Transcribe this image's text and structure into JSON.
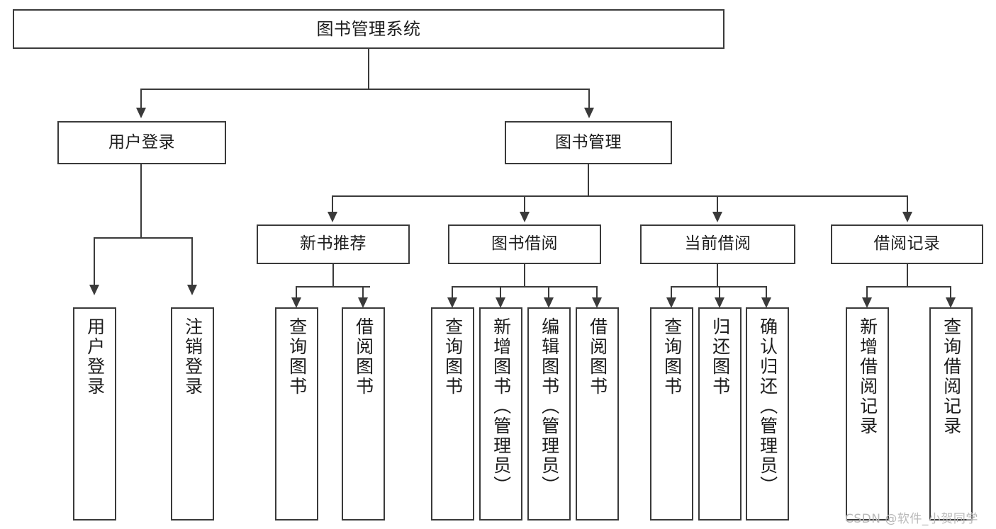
{
  "diagram": {
    "type": "tree-hierarchy",
    "title": "图书管理系统",
    "watermark": "CSDN @软件_小贺同学",
    "accent_color": "#3a3a3a",
    "background_color": "#ffffff",
    "nodes": {
      "root": {
        "label": "图书管理系统",
        "level": 1
      },
      "level2": [
        {
          "id": "user-login",
          "label": "用户登录"
        },
        {
          "id": "book-manage",
          "label": "图书管理"
        }
      ],
      "level3": [
        {
          "id": "new-book-recommend",
          "label": "新书推荐",
          "parent": "book-manage"
        },
        {
          "id": "book-borrow",
          "label": "图书借阅",
          "parent": "book-manage"
        },
        {
          "id": "current-borrow",
          "label": "当前借阅",
          "parent": "book-manage"
        },
        {
          "id": "borrow-record",
          "label": "借阅记录",
          "parent": "book-manage"
        }
      ],
      "leaves": [
        {
          "id": "leaf-user-login",
          "label": "用户登录",
          "parent": "user-login"
        },
        {
          "id": "leaf-logout",
          "label": "注销登录",
          "parent": "user-login"
        },
        {
          "id": "leaf-query-book-1",
          "label": "查询图书",
          "parent": "new-book-recommend"
        },
        {
          "id": "leaf-borrow-book-1",
          "label": "借阅图书",
          "parent": "new-book-recommend"
        },
        {
          "id": "leaf-query-book-2",
          "label": "查询图书",
          "parent": "book-borrow"
        },
        {
          "id": "leaf-add-book",
          "label": "新增图书（管理员）",
          "parent": "book-borrow"
        },
        {
          "id": "leaf-edit-book",
          "label": "编辑图书（管理员）",
          "parent": "book-borrow"
        },
        {
          "id": "leaf-borrow-book-2",
          "label": "借阅图书",
          "parent": "book-borrow"
        },
        {
          "id": "leaf-query-book-3",
          "label": "查询图书",
          "parent": "current-borrow"
        },
        {
          "id": "leaf-return-book",
          "label": "归还图书",
          "parent": "current-borrow"
        },
        {
          "id": "leaf-confirm-return",
          "label": "确认归还（管理员）",
          "parent": "current-borrow"
        },
        {
          "id": "leaf-add-record",
          "label": "新增借阅记录",
          "parent": "borrow-record"
        },
        {
          "id": "leaf-query-record",
          "label": "查询借阅记录",
          "parent": "borrow-record"
        }
      ]
    }
  }
}
